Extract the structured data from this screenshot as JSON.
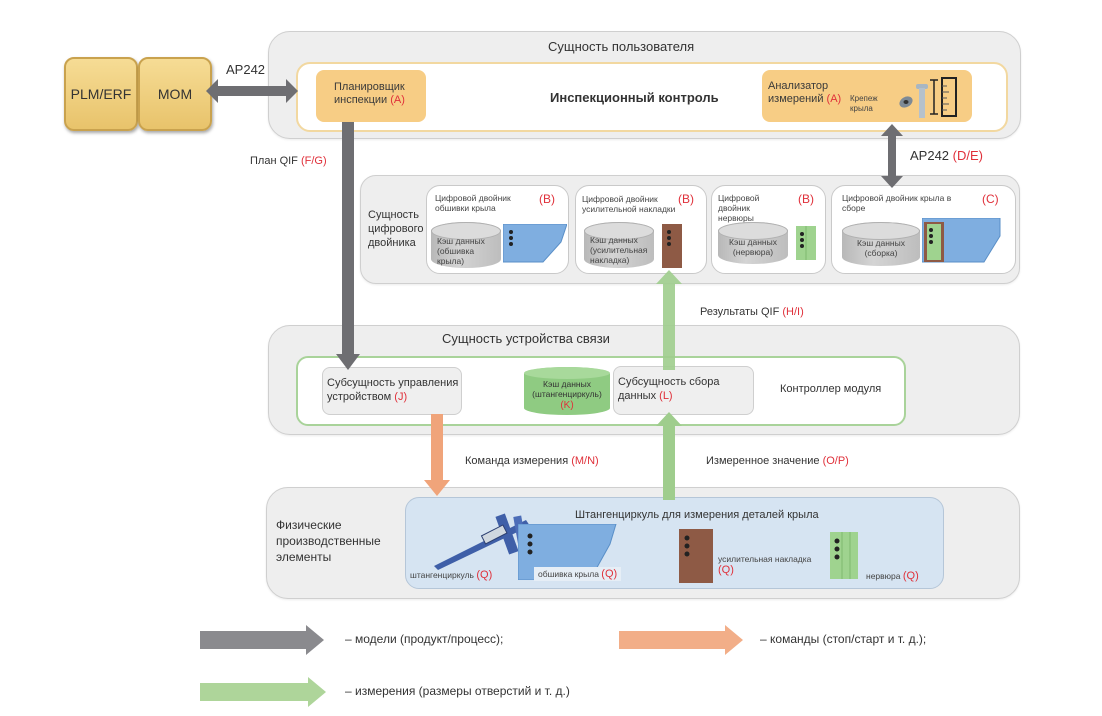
{
  "external_systems": {
    "plm": "PLM/ERF",
    "mom": "MOM",
    "link_label": "AP242"
  },
  "user_entity": {
    "title": "Сущность пользователя",
    "center_label": "Инспекционный контроль",
    "planner": {
      "text": "Планировщик инспекции",
      "tag": "(A)"
    },
    "analyzer": {
      "text": "Анализатор измерений",
      "tag": "(A)",
      "part_label": "Крепеж крыла"
    }
  },
  "flows": {
    "qif_plan": {
      "text": "План QIF",
      "tag": "(F/G)"
    },
    "ap242_de": {
      "text": "AP242",
      "tag": "(D/E)"
    },
    "qif_results": {
      "text": "Результаты QIF",
      "tag": "(H/I)"
    },
    "measure_command": {
      "text": "Команда измерения",
      "tag": "(M/N)"
    },
    "measured_value": {
      "text": "Измеренное значение",
      "tag": "(O/P)"
    }
  },
  "digital_twin_entity": {
    "title": "Сущность цифрового двойника",
    "twins": [
      {
        "title": "Цифровой двойник обшивки крыла",
        "tag": "(B)",
        "cache": "Кэш данных (обшивка крыла)"
      },
      {
        "title": "Цифровой двойник усилительной накладки",
        "tag": "(B)",
        "cache": "Кэш данных (усилительная накладка)"
      },
      {
        "title": "Цифровой двойник нервюры",
        "tag": "(B)",
        "cache": "Кэш данных (нервюра)"
      },
      {
        "title": "Цифровой двойник крыла в сборе",
        "tag": "(C)",
        "cache": "Кэш данных (сборка)"
      }
    ]
  },
  "comm_entity": {
    "title": "Сущность устройства связи",
    "control": {
      "text": "Субсущность управления устройством",
      "tag": "(J)"
    },
    "cache": {
      "text": "Кэш данных (штангенциркуль)",
      "tag": "(K)"
    },
    "collect": {
      "text": "Субсущность сбора данных",
      "tag": "(L)"
    },
    "controller": "Контроллер модуля"
  },
  "physical_entity": {
    "title": "Физические производственные элементы",
    "box_title": "Штангенциркуль для измерения деталей крыла",
    "items": [
      {
        "text": "штангенциркуль",
        "tag": "(Q)"
      },
      {
        "text": "обшивка крыла",
        "tag": "(Q)"
      },
      {
        "text": "усилительная накладка",
        "tag": "(Q)"
      },
      {
        "text": "нервюра",
        "tag": "(Q)"
      }
    ]
  },
  "legend": [
    {
      "color": "#8a8a8e",
      "text": "– модели (продукт/процесс);"
    },
    {
      "color": "#f2ae88",
      "text": "– команды (стоп/старт и т. д.);"
    },
    {
      "color": "#aed59a",
      "text": "– измерения (размеры отверстий и т. д.)"
    }
  ],
  "colors": {
    "model_arrow": "#6e6e72",
    "command_arrow": "#f0a47a",
    "measure_arrow": "#9fcd8d",
    "tag_red": "#e0303a"
  }
}
